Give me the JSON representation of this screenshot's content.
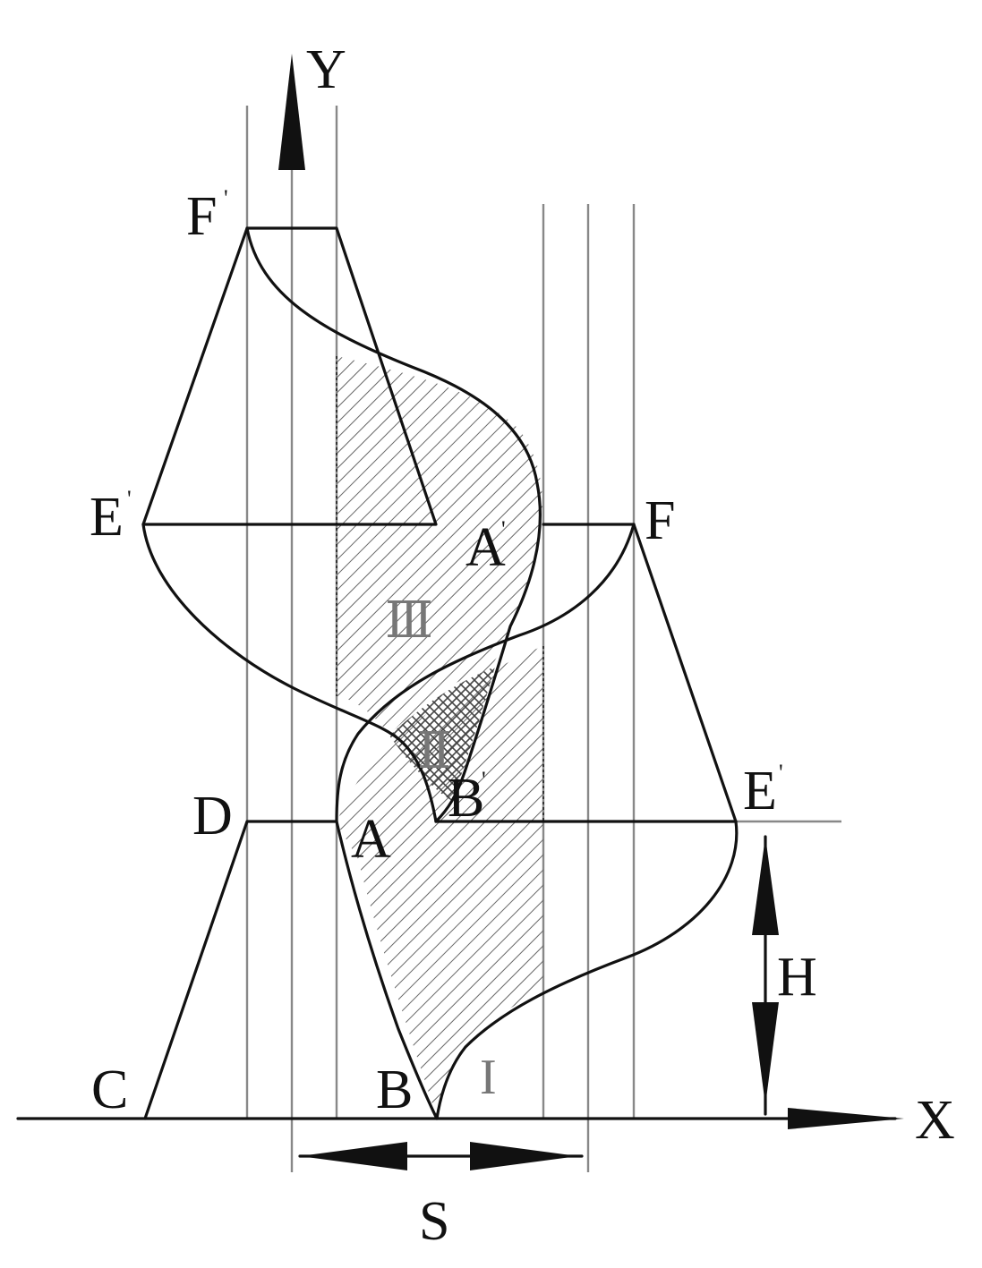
{
  "labels": {
    "y_axis": "Y",
    "x_axis": "X",
    "F_prime": "F",
    "F": "F",
    "E_prime_left": "E",
    "E_prime_right": "E",
    "A_prime": "A",
    "B_prime": "B",
    "A": "A",
    "B": "B",
    "C": "C",
    "D": "D",
    "H": "H",
    "S": "S",
    "region_I": "I",
    "region_II": "Ⅱ",
    "region_III": "Ⅲ"
  },
  "prime_mark": "'",
  "colors": {
    "line": "#111111",
    "guide": "#888888",
    "hatch": "#666666"
  }
}
